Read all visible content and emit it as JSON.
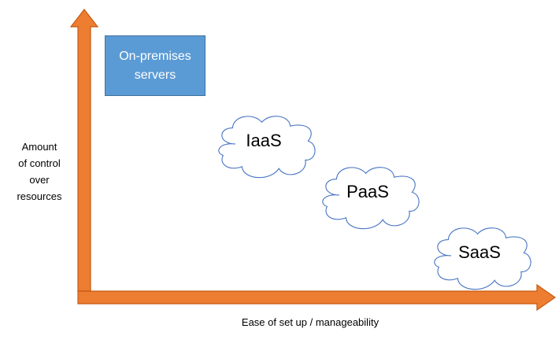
{
  "y_axis": {
    "label_lines": [
      "Amount",
      "of control",
      "over",
      "resources"
    ]
  },
  "x_axis": {
    "label": "Ease of set up / manageability"
  },
  "on_premises": {
    "label_lines": [
      "On-premises",
      "servers"
    ]
  },
  "clouds": {
    "iaas": "IaaS",
    "paas": "PaaS",
    "saas": "SaaS"
  },
  "colors": {
    "axis_fill": "#ed7d31",
    "axis_stroke": "#c55a11",
    "box_fill": "#5b9bd5",
    "cloud_stroke": "#4472c4"
  }
}
